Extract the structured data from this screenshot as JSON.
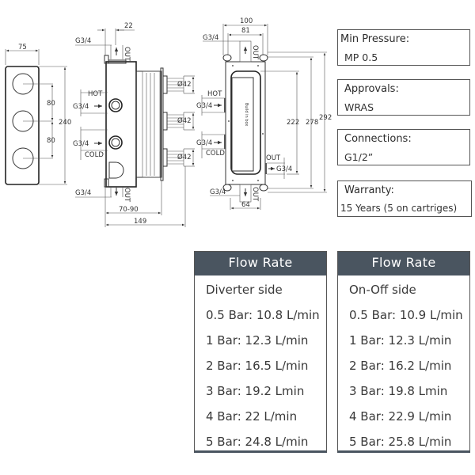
{
  "drawing": {
    "front_view": {
      "width_label": "75",
      "height_label": "240",
      "spacing_labels": [
        "80",
        "80"
      ]
    },
    "side_view": {
      "depth_offset_label": "22",
      "depth_range_label": "70-90",
      "total_depth_label": "149",
      "diameter_labels": [
        "Ø42",
        "Ø42",
        "Ø42"
      ],
      "thread_labels": [
        "G3/4",
        "G3/4",
        "G3/4",
        "G3/4"
      ],
      "hot_label": "HOT",
      "cold_label": "COLD",
      "out_label": "OUT"
    },
    "back_view": {
      "outer_width_label": "100",
      "inner_width_label": "81",
      "bottom_width_label": "64",
      "height_labels": [
        "222",
        "278",
        "292"
      ],
      "thread_labels": [
        "G3/4",
        "G3/4",
        "G3/4",
        "G3/4",
        "G3/4"
      ],
      "hot_label": "HOT",
      "cold_label": "COLD",
      "out_label": "OUT",
      "box_text": "Build in box"
    }
  },
  "specs": [
    {
      "title": "Min Pressure:",
      "value": "MP 0.5"
    },
    {
      "title": "Approvals:",
      "value": "WRAS"
    },
    {
      "title": "Connections:",
      "value": "G1/2”"
    },
    {
      "title": "Warranty:",
      "value": "15 Years (5 on cartriges)"
    }
  ],
  "flow_tables": [
    {
      "header": "Flow Rate",
      "subtitle": "Diverter side",
      "rows": [
        "0.5 Bar: 10.8 L/min",
        "1 Bar: 12.3 L/min",
        "2 Bar: 16.5 L/min",
        "3 Bar: 19.2 Lmin",
        "4 Bar: 22 L/min",
        "5 Bar: 24.8 L/min"
      ]
    },
    {
      "header": "Flow Rate",
      "subtitle": "On-Off side",
      "rows": [
        "0.5 Bar: 10.9 L/min",
        "1 Bar: 12.3 L/min",
        "2 Bar: 16.2 L/min",
        "3 Bar: 19.8 Lmin",
        "4 Bar: 22.9 L/min",
        "5 Bar: 25.8 L/min"
      ]
    }
  ],
  "colors": {
    "header_bg": "#4a5560",
    "header_text": "#ffffff",
    "border": "#555555"
  }
}
